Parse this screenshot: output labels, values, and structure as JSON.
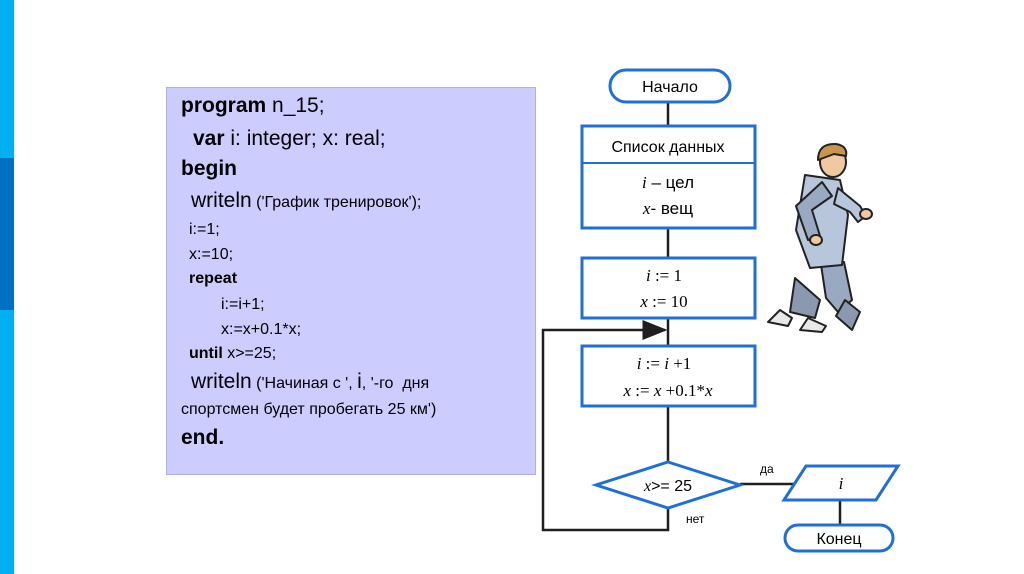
{
  "code": {
    "program_kw": "program",
    "program_name": " n_15;",
    "var_kw": "var",
    "var_decl": " i: integer; x: real;",
    "begin_kw": "begin",
    "writeln1_kw": "writeln",
    "writeln1_arg": " ('График тренировок');",
    "assign_i": "i:=1;",
    "assign_x": "x:=10;",
    "repeat_kw": "repeat",
    "loop_i": "i:=i+1;",
    "loop_x": "x:=x+0.1*x;",
    "until_kw": "until",
    "until_cond": " x>=25;",
    "writeln2_kw": "writeln",
    "writeln2_arg_a": " ('Начиная с ', ",
    "writeln2_arg_i": "i",
    "writeln2_arg_b": ", '-го  дня",
    "writeln2_line2": "спортсмен будет пробегать 25 км')",
    "end_kw": "end."
  },
  "flowchart": {
    "start": "Начало",
    "data_title": "Список данных",
    "data_i_var": "i",
    "data_i_type": " – цел",
    "data_x_var": "x",
    "data_x_type": "- вещ",
    "init_i_var": "i",
    "init_i_rest": " := 1",
    "init_x_var": "x",
    "init_x_rest": " := 10",
    "loop_i_var": "i",
    "loop_i_op": " := ",
    "loop_i_var2": "i",
    "loop_i_rest": " +1",
    "loop_x_var": "x",
    "loop_x_op": " := ",
    "loop_x_var2": "x",
    "loop_x_rest": " +0.1*",
    "loop_x_var3": "x",
    "cond_var": "x",
    "cond_rest": ">= 25",
    "yes_label": "да",
    "no_label": "нет",
    "output_var": "i",
    "end": "Конец"
  },
  "colors": {
    "stripe_light": "#00b0f0",
    "stripe_dark": "#0070c0",
    "code_bg": "#ccccff",
    "flow_stroke": "#1f6fd6"
  }
}
